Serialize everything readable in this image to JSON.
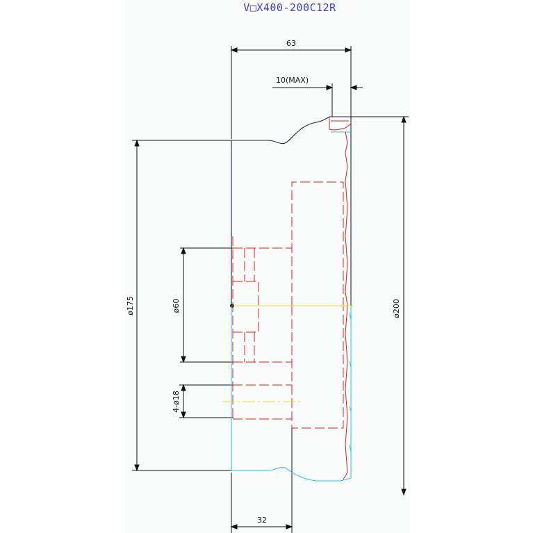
{
  "title": "V□X400-200C12R",
  "dimensions": {
    "width_total": "63",
    "rim_max": "10(MAX)",
    "hub_width": "32",
    "dia_outer": "ø200",
    "dia_pcd": "ø175",
    "dia_bore": "ø60",
    "bolt_holes": "4-ø18"
  },
  "colors": {
    "title": "#3b3bd6",
    "outline": "#1c2a3a",
    "hidden": "#e02020",
    "lower_outline": "#20c8e6",
    "dimension": "#111111",
    "centerline": "#e8e020"
  }
}
